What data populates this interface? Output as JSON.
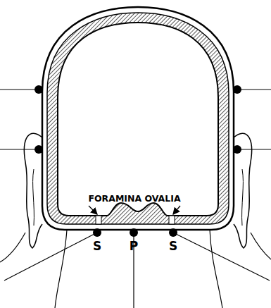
{
  "diagram": {
    "labels": [
      "FORAMINA OVALIA",
      "S",
      "P",
      "S"
    ]
  }
}
